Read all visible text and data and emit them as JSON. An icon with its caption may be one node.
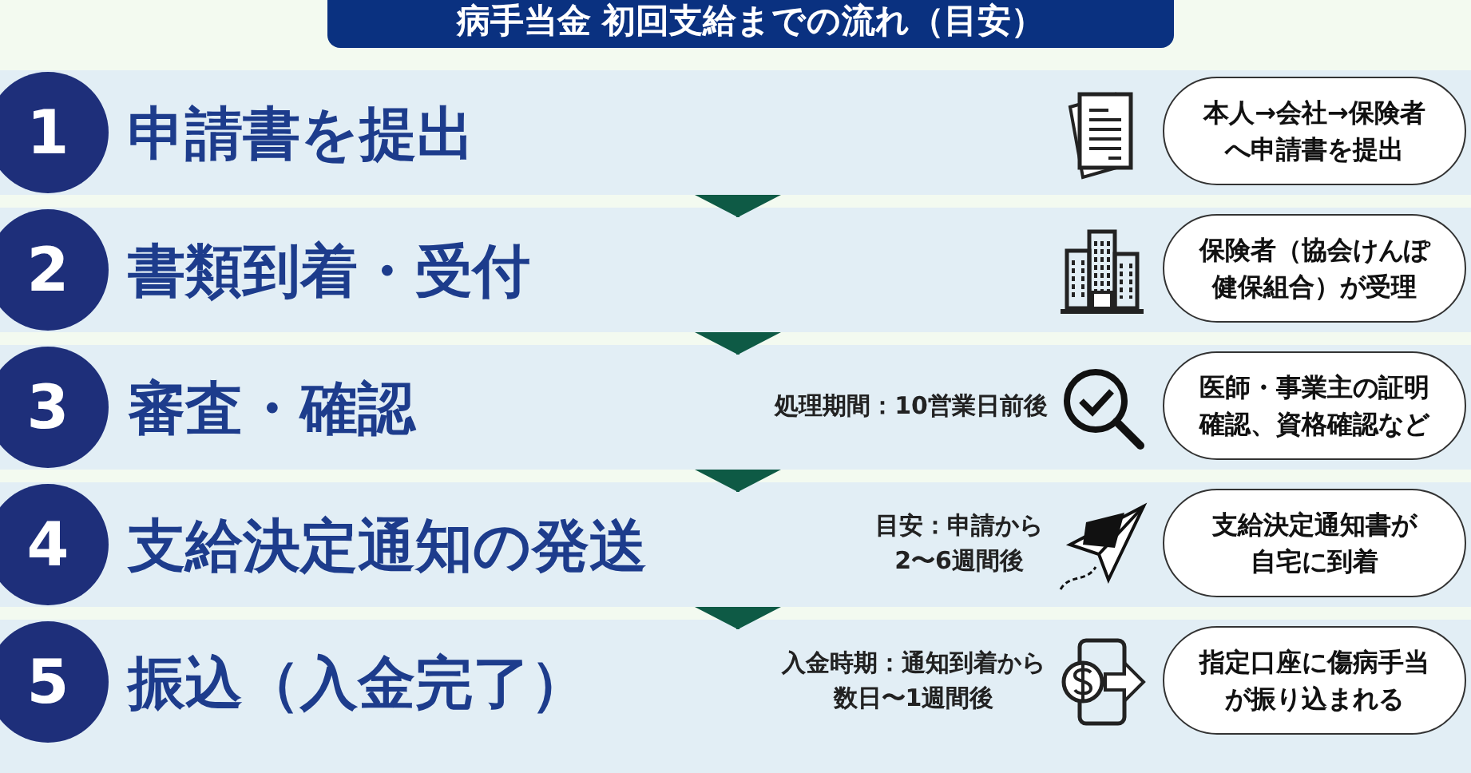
{
  "diagram": {
    "title": "病手当金 初回支給までの流れ（目安）",
    "nodes": [
      {
        "text": [
          "1",
          "申請書を提出"
        ]
      },
      {
        "text": [
          "2",
          "書類到着・受付"
        ]
      },
      {
        "text": [
          "3",
          "審査・確認"
        ],
        "beside": [
          "処理期間：10営業日前後"
        ]
      },
      {
        "text": [
          "4",
          "支給決定通知の発送"
        ],
        "beside": [
          "目安：申請から2〜6週間後"
        ]
      },
      {
        "text": [
          "5",
          "振込（入金完了）"
        ],
        "beside": [
          "入金時期：通知到着から数日〜1週間後"
        ]
      },
      {
        "text": [
          "本人→会社→保険者へ申請書を提出"
        ],
        "in": 0
      },
      {
        "text": [
          "保険者（協会けんぽ健保組合）が受理"
        ],
        "in": 1
      },
      {
        "text": [
          "医師・事業主の証明確認、資格確認など"
        ],
        "in": 2
      },
      {
        "text": [
          "支給決定通知書が自宅に到着"
        ],
        "in": 3
      },
      {
        "text": [
          "指定口座に傷病手当が振り込まれる"
        ],
        "in": 4
      }
    ],
    "edges": [
      {
        "from": 0,
        "to": 1,
        "arrow": "to"
      },
      {
        "from": 1,
        "to": 2,
        "arrow": "to"
      },
      {
        "from": 2,
        "to": 3,
        "arrow": "to"
      },
      {
        "from": 3,
        "to": 4,
        "arrow": "to"
      }
    ]
  }
}
